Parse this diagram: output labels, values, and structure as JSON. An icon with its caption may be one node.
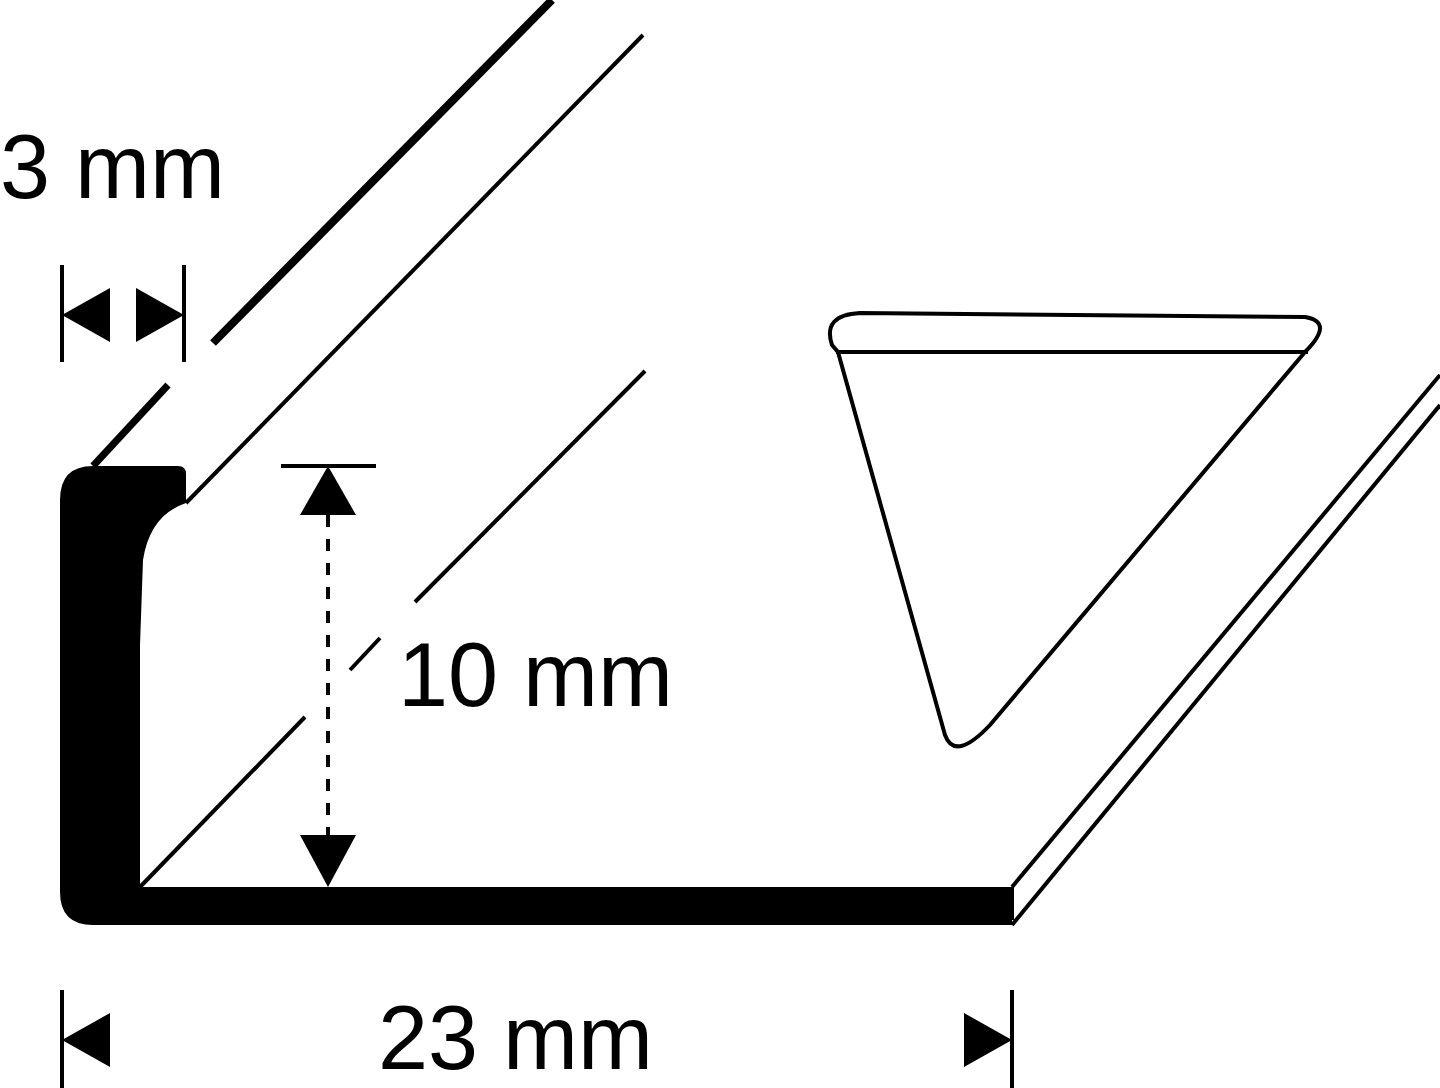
{
  "diagram": {
    "labels": [
      "3 mm",
      "10 mm",
      "23 mm"
    ]
  }
}
